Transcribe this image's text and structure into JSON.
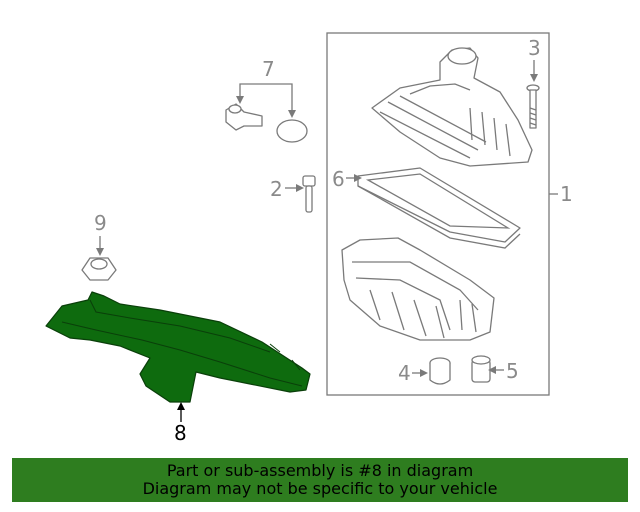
{
  "callouts": {
    "c1": "1",
    "c2": "2",
    "c3": "3",
    "c4": "4",
    "c5": "5",
    "c6": "6",
    "c7": "7",
    "c8": "8",
    "c9": "9"
  },
  "highlighted_part": "8",
  "colors": {
    "highlight": "#0e6b0e",
    "banner": "#2e7d1f",
    "line": "#7a7a7a"
  },
  "banner": {
    "line1": "Part or sub-assembly is #8 in diagram",
    "line2": "Diagram may not be specific to your vehicle"
  }
}
